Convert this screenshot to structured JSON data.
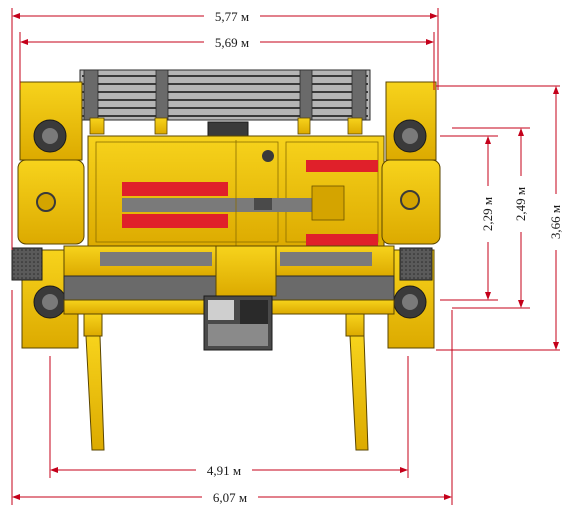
{
  "colors": {
    "body_yellow": "#f2c200",
    "body_yellow_dark": "#d4a400",
    "stripe_red": "#e0202a",
    "stripe_gray": "#7a7a7a",
    "metal_dark": "#3a3a3a",
    "dimension_line": "#c4001a"
  },
  "dimensions": {
    "top_outer": "5,77 м",
    "top_inner": "5,69 м",
    "right_1": "2,29 м",
    "right_2": "2,49 м",
    "right_3": "3,66 м",
    "bottom_inner": "4,91 м",
    "bottom_outer": "6,07 м"
  }
}
